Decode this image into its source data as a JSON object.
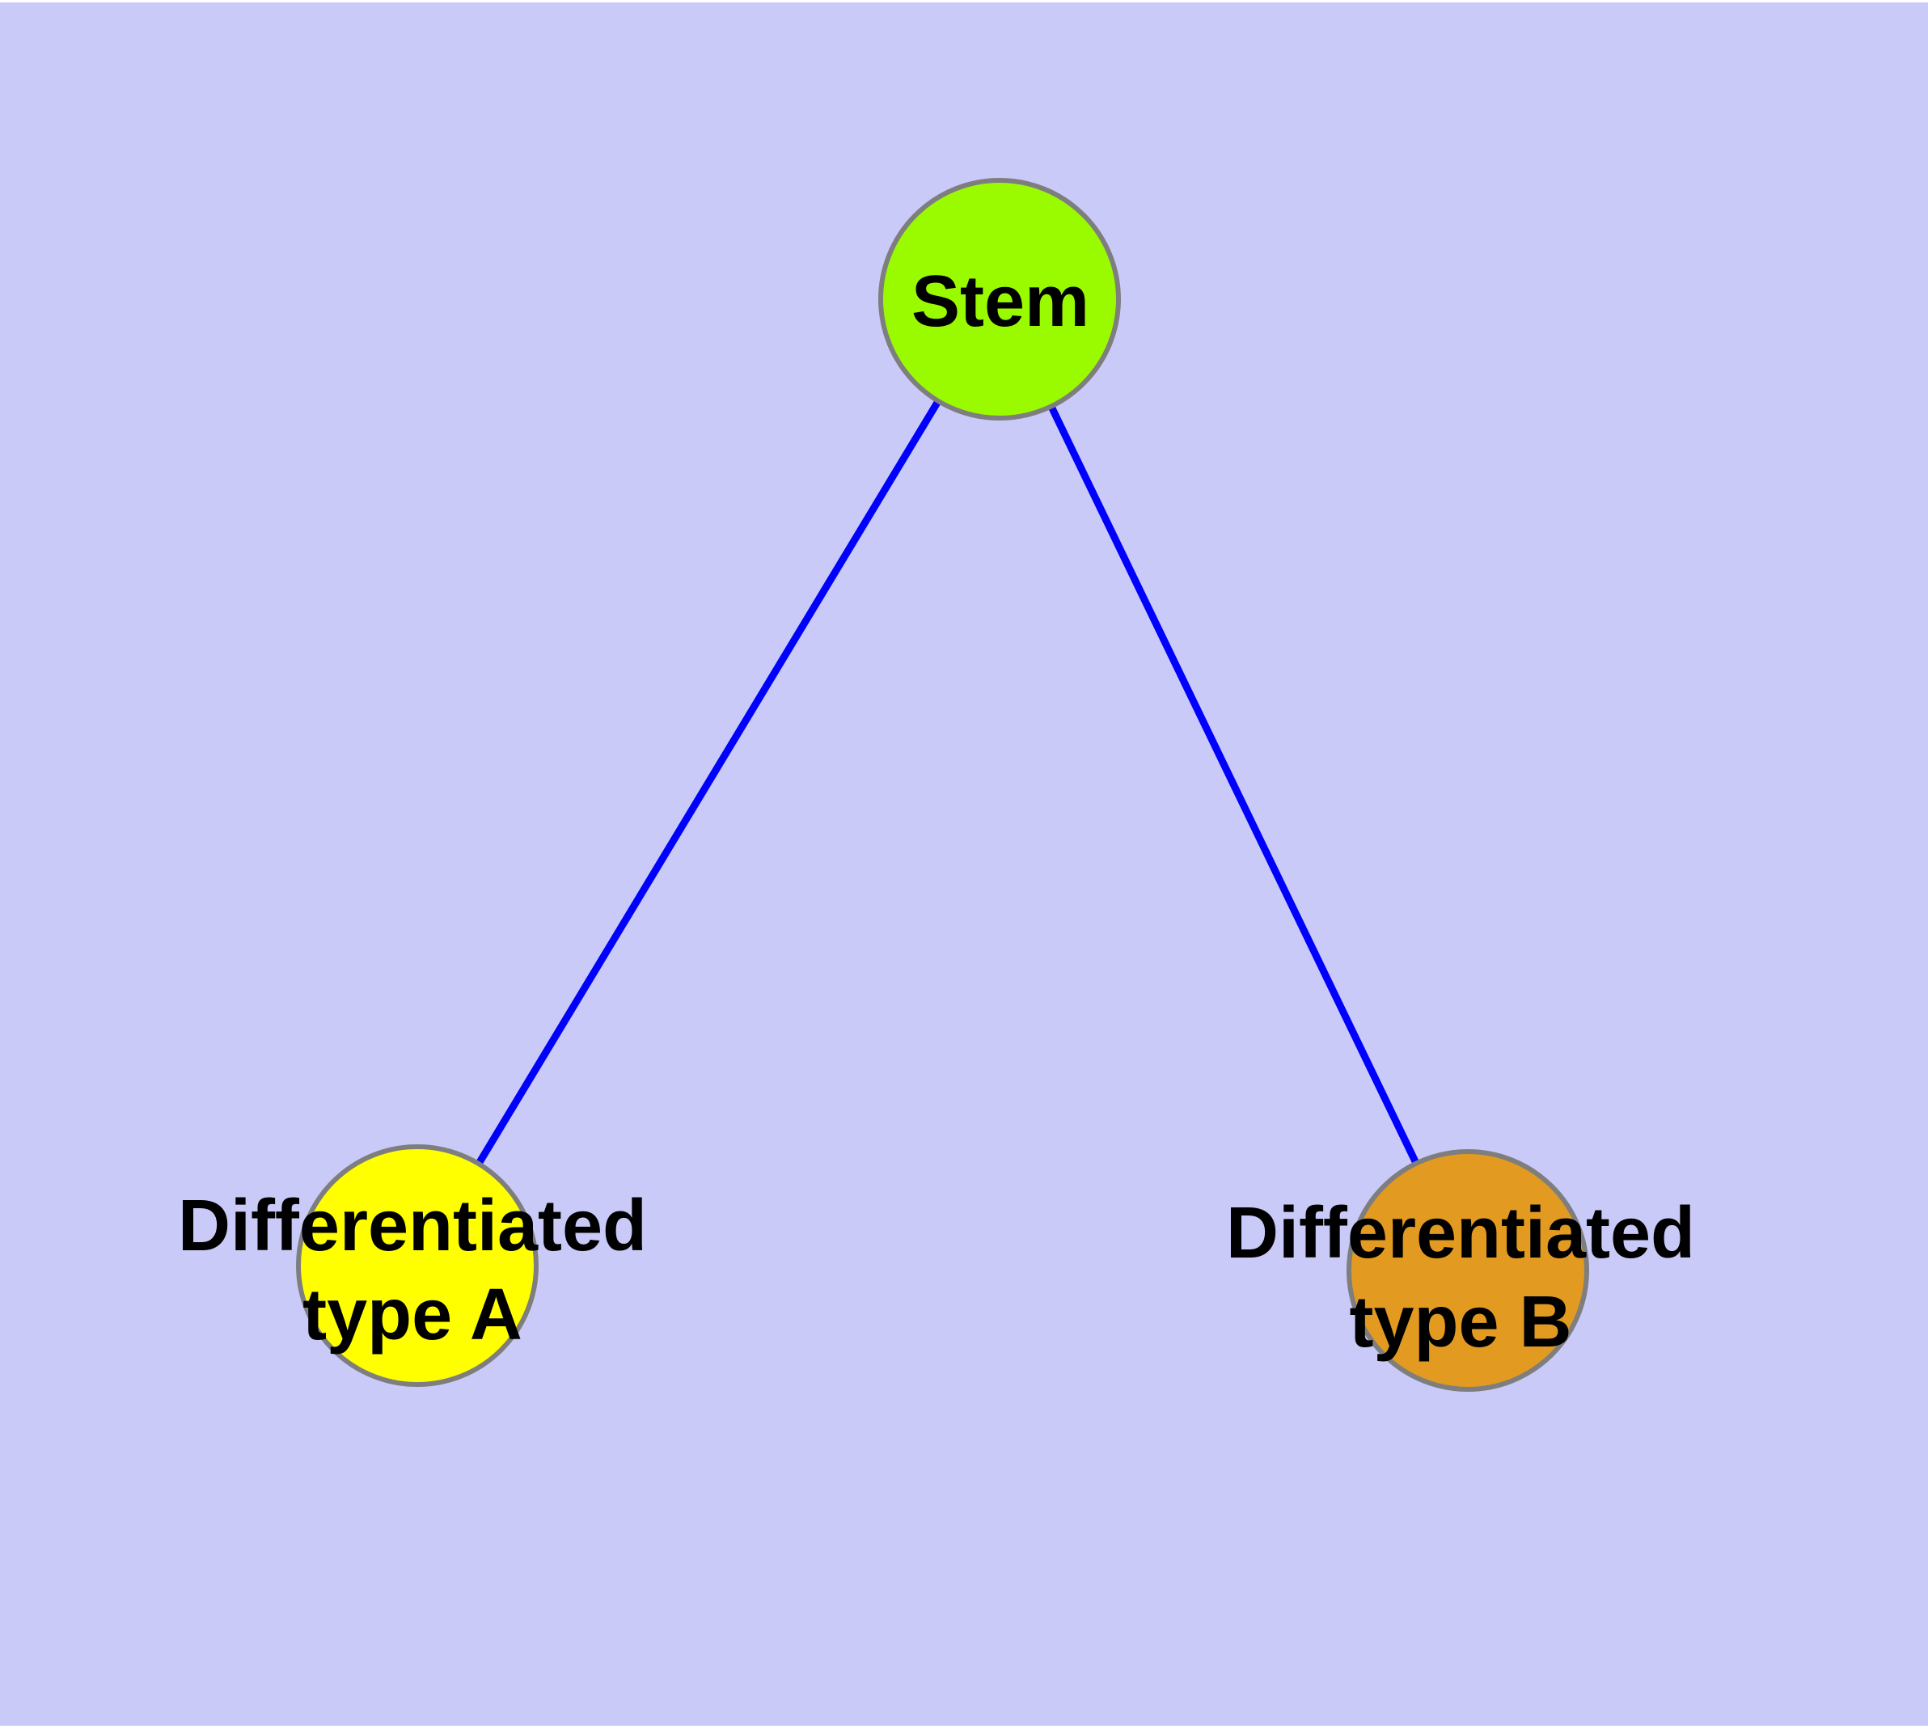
{
  "colors": {
    "page_margin": "#ffffff",
    "background": "#cacaf8",
    "edge": "#0000ff",
    "node_border": "#7e7e7e",
    "label_text": "#000000"
  },
  "nodes": {
    "stem": {
      "label": "Stem",
      "fill": "#9afb00"
    },
    "type_a": {
      "label_line1": "Differentiated",
      "label_line2": "type A",
      "fill": "#ffff00"
    },
    "type_b": {
      "label_line1": "Differentiated",
      "label_line2": "type B",
      "fill": "#e29a20"
    }
  },
  "edges": [
    {
      "from": "Stem",
      "to": "Differentiated type A"
    },
    {
      "from": "Stem",
      "to": "Differentiated type B"
    }
  ]
}
